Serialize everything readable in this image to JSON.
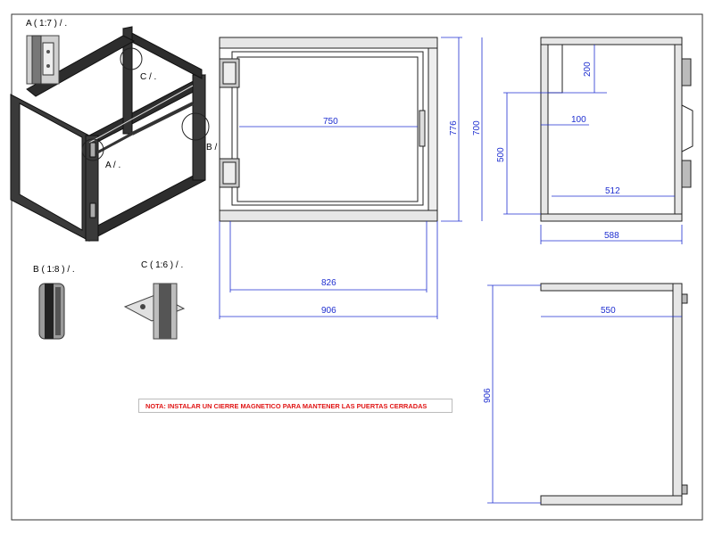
{
  "detail_views": {
    "a_label": "A ( 1:7 ) / .",
    "b_label": "B ( 1:8 ) / .",
    "c_label": "C ( 1:6 ) / ."
  },
  "iso_callouts": {
    "a": "A / .",
    "b": "B / .",
    "c": "C / ."
  },
  "front_view_dims": {
    "inner_width": "750",
    "inner_span": "826",
    "overall_width": "906",
    "overall_height": "776",
    "frame_height": "700"
  },
  "side_view_dims": {
    "top_offset": "200",
    "left_offset": "100",
    "door_height": "500",
    "inner_depth": "512",
    "overall_depth": "588"
  },
  "top_view_dims": {
    "width": "550",
    "length": "906"
  },
  "note": "NOTA: INSTALAR UN CIERRE MAGNETICO PARA MANTENER LAS PUERTAS CERRADAS",
  "colors": {
    "dimension": "#1f2fd0",
    "note": "#e01515",
    "outline": "#111111"
  }
}
